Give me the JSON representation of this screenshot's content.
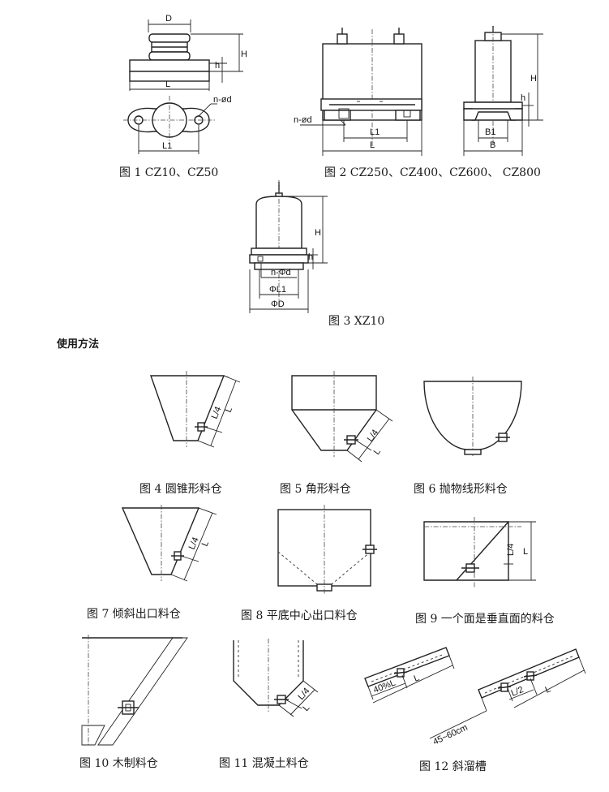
{
  "captions": {
    "fig1": "图 1 CZ10、CZ50",
    "fig2": "图 2  CZ250、CZ400、CZ600、 CZ800",
    "fig3": "图 3 XZ10",
    "fig4": "图 4  圆锥形料仓",
    "fig5": "图 5  角形料仓",
    "fig6": "图 6  抛物线形料仓",
    "fig7": "图 7  倾斜出口料仓",
    "fig8": "图 8  平底中心出口料仓",
    "fig9": "图 9  一个面是垂直面的料仓",
    "fig10": "图 10  木制料仓",
    "fig11": "图 11  混凝土料仓",
    "fig12": "图 12  斜溜槽"
  },
  "section_heading": "使用方法",
  "labels": {
    "D": "D",
    "H": "H",
    "h": "h",
    "L": "L",
    "L1": "L1",
    "n_d": "n-ød",
    "n_d2": "n-ød",
    "B1": "B1",
    "B": "B",
    "n_Phi_d": "n-Φd",
    "Phi_L1": "ΦL1",
    "Phi_D": "ΦD",
    "L_4": "L/4",
    "L_2": "L/2",
    "pct40": "40%L",
    "dist": "45~60cm"
  }
}
